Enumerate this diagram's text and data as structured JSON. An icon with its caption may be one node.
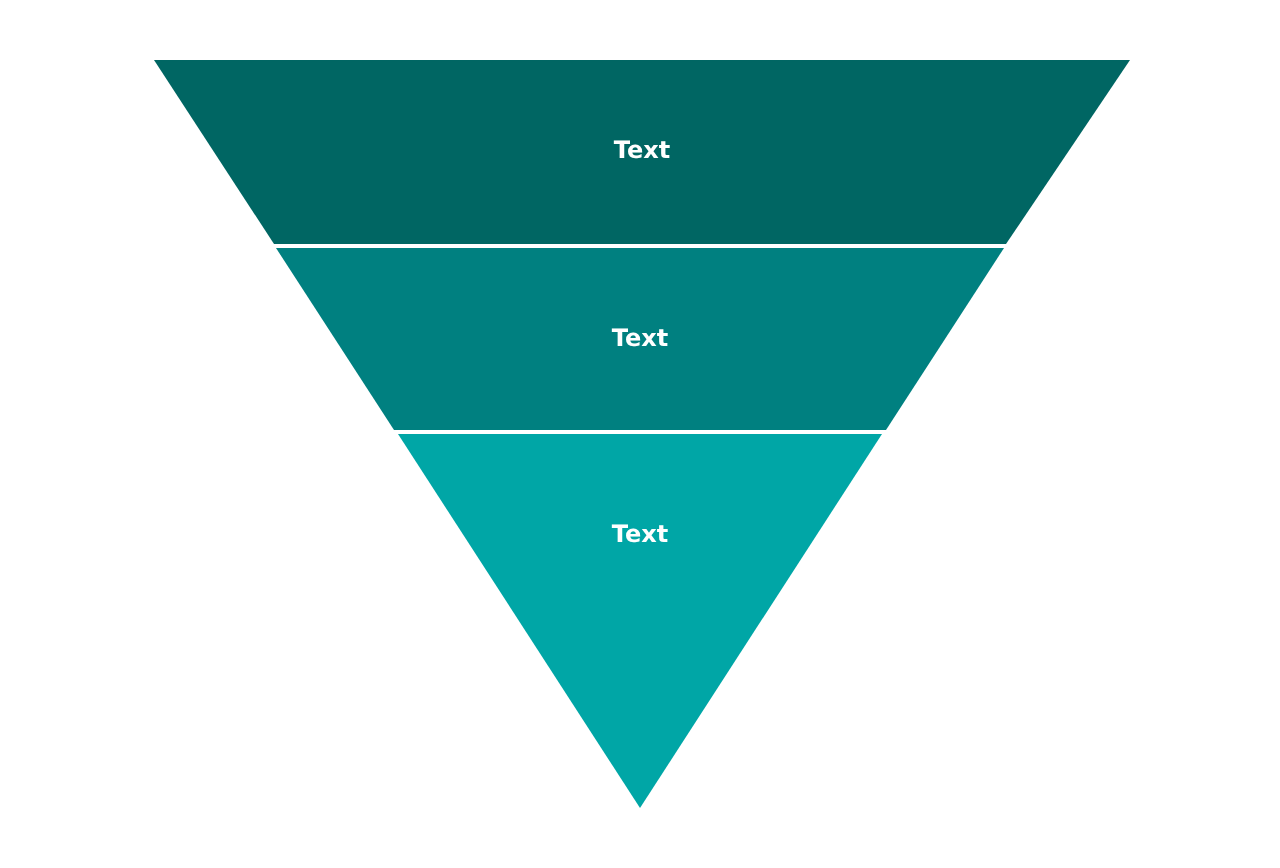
{
  "diagram": {
    "nodes": [
      {
        "text": [
          "Text"
        ]
      },
      {
        "text": [
          "Text"
        ]
      },
      {
        "text": [
          "Text"
        ]
      }
    ]
  }
}
